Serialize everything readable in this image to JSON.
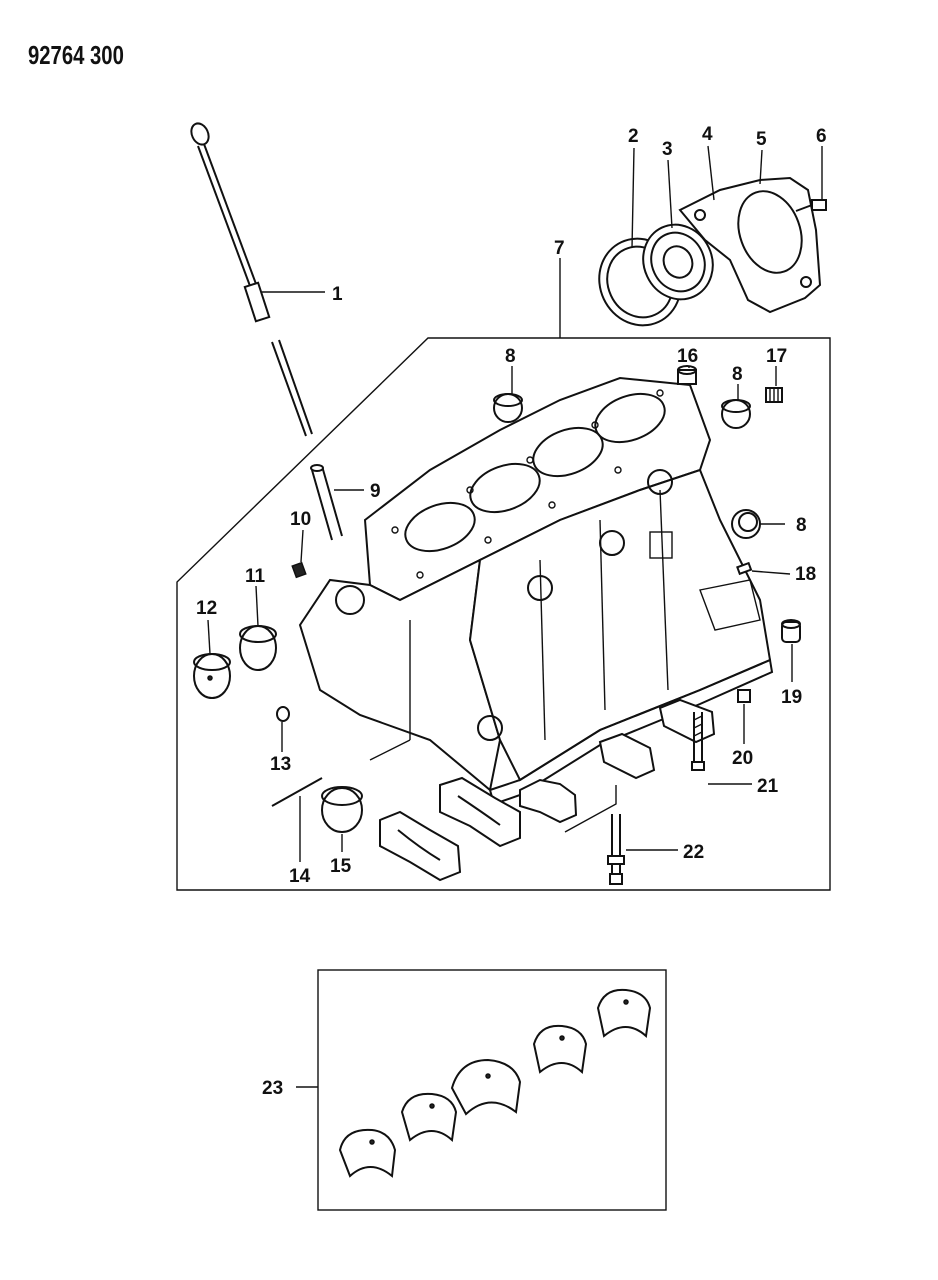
{
  "document": {
    "part_number": "92764 300"
  },
  "callouts": [
    {
      "id": "1",
      "label": "1"
    },
    {
      "id": "2",
      "label": "2"
    },
    {
      "id": "3",
      "label": "3"
    },
    {
      "id": "4",
      "label": "4"
    },
    {
      "id": "5",
      "label": "5"
    },
    {
      "id": "6",
      "label": "6"
    },
    {
      "id": "7",
      "label": "7"
    },
    {
      "id": "8a",
      "label": "8"
    },
    {
      "id": "8b",
      "label": "8"
    },
    {
      "id": "8c",
      "label": "8"
    },
    {
      "id": "9",
      "label": "9"
    },
    {
      "id": "10",
      "label": "10"
    },
    {
      "id": "11",
      "label": "11"
    },
    {
      "id": "12",
      "label": "12"
    },
    {
      "id": "13",
      "label": "13"
    },
    {
      "id": "14",
      "label": "14"
    },
    {
      "id": "15",
      "label": "15"
    },
    {
      "id": "16",
      "label": "16"
    },
    {
      "id": "17",
      "label": "17"
    },
    {
      "id": "18",
      "label": "18"
    },
    {
      "id": "19",
      "label": "19"
    },
    {
      "id": "20",
      "label": "20"
    },
    {
      "id": "21",
      "label": "21"
    },
    {
      "id": "22",
      "label": "22"
    },
    {
      "id": "23",
      "label": "23"
    }
  ]
}
